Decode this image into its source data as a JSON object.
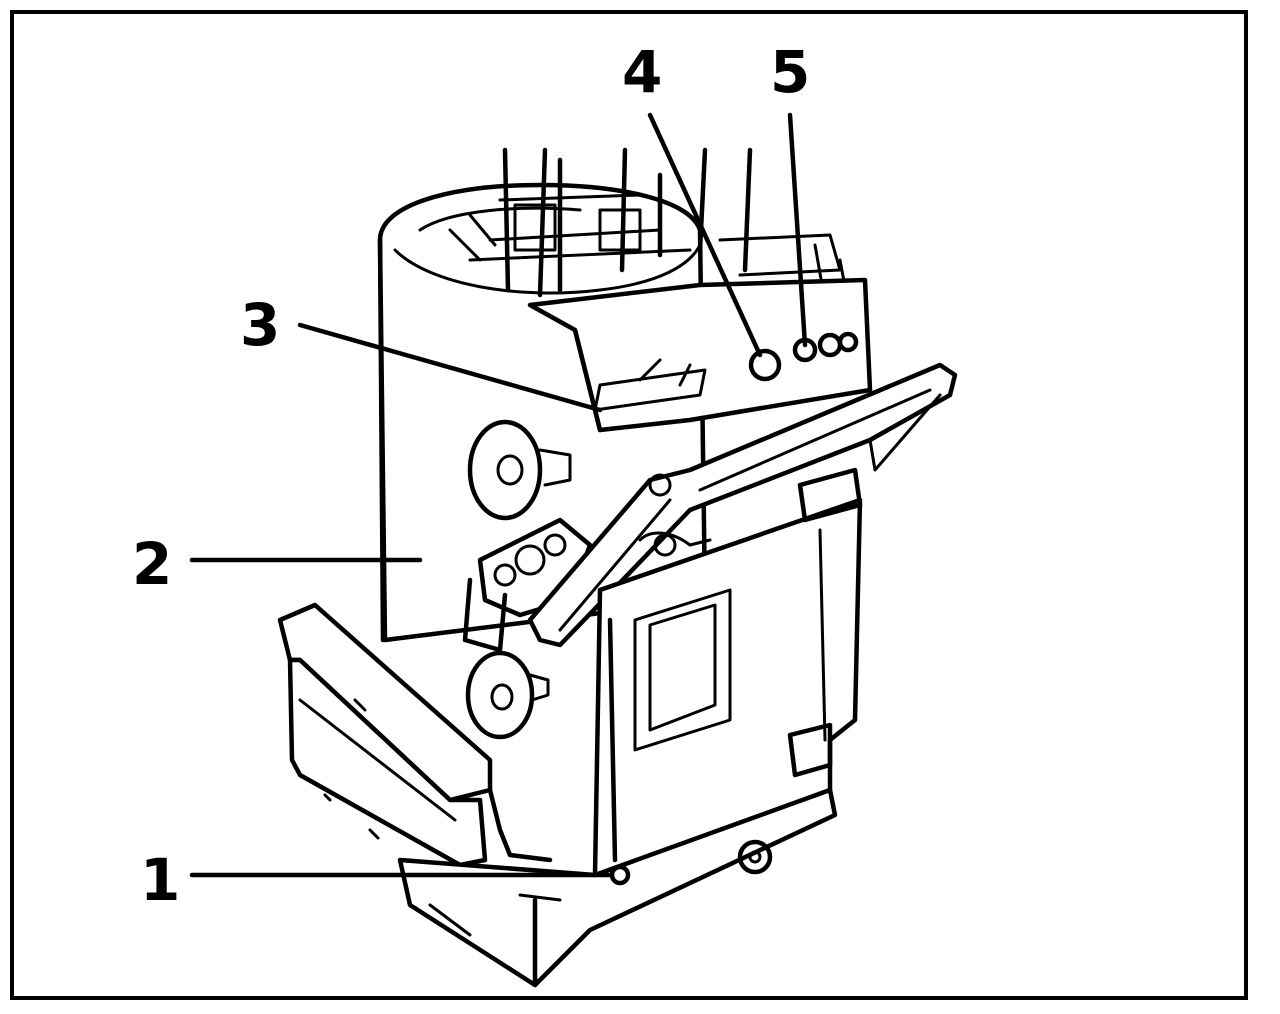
{
  "figure": {
    "labels": [
      {
        "id": "1",
        "text": "1"
      },
      {
        "id": "2",
        "text": "2"
      },
      {
        "id": "3",
        "text": "3"
      },
      {
        "id": "4",
        "text": "4"
      },
      {
        "id": "5",
        "text": "5"
      }
    ]
  },
  "colors": {
    "ink": "#000000",
    "paper": "#ffffff"
  }
}
